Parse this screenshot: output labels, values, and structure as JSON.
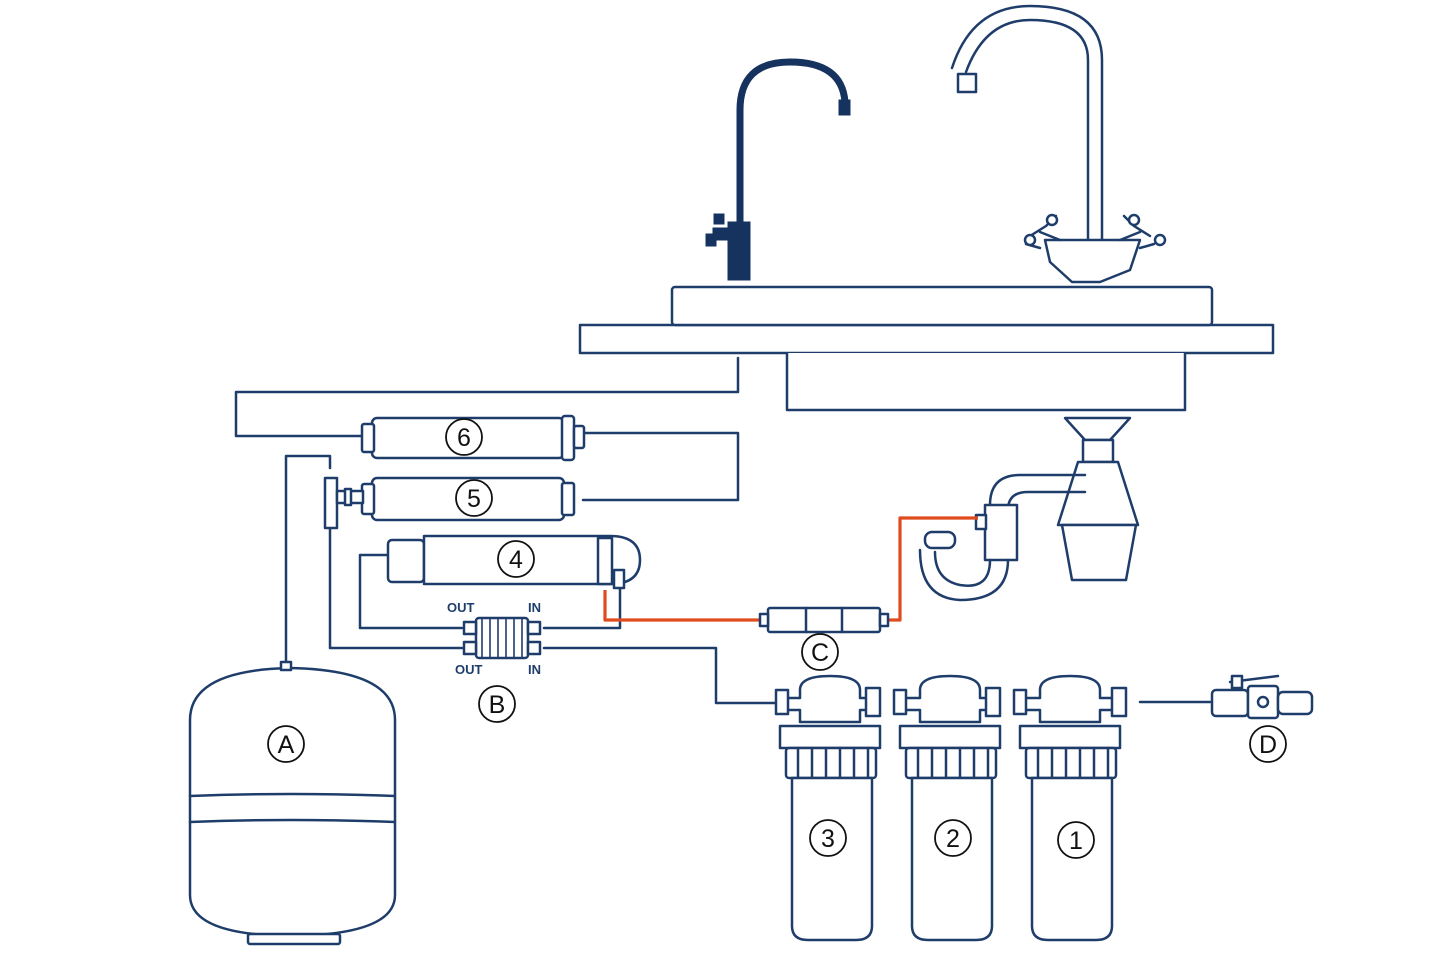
{
  "colors": {
    "line": "#1f3d6b",
    "faucet": "#16335f",
    "drain_tube": "#e04a1f",
    "background": "#ffffff"
  },
  "labels": {
    "tank": "A",
    "membrane_flow": "B",
    "flow_restrictor": "C",
    "inlet_valve": "D",
    "stage1": "1",
    "stage2": "2",
    "stage3": "3",
    "stage4": "4",
    "stage5": "5",
    "stage6": "6"
  },
  "ports": {
    "out_top": "OUT",
    "in_top": "IN",
    "out_bottom": "OUT",
    "in_bottom": "IN"
  }
}
